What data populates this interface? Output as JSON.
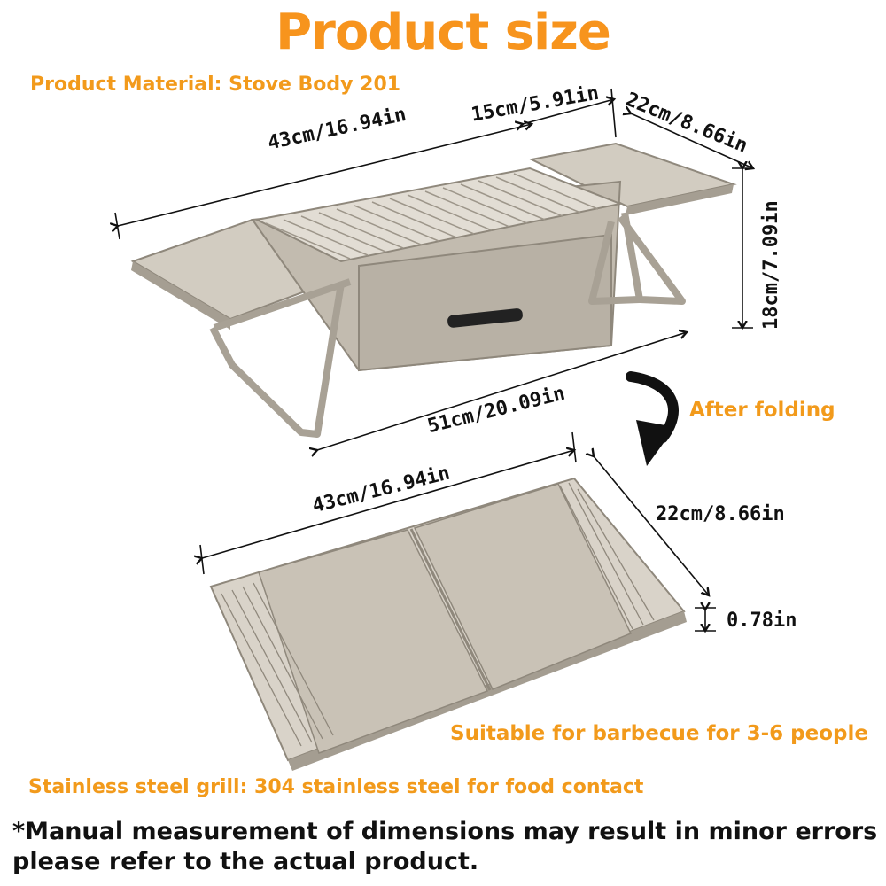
{
  "title": "Product size",
  "material": "Product Material: Stove Body 201",
  "dimensions": {
    "top_length": "43cm/16.94in",
    "grill_width": "15cm/5.91in",
    "side_table": "22cm/8.66in",
    "height": "18cm/7.09in",
    "total_length": "51cm/20.09in",
    "folded_length": "43cm/16.94in",
    "folded_width": "22cm/8.66in",
    "folded_thickness": "0.78in"
  },
  "after_folding": "After folding",
  "suitable": "Suitable for barbecue for 3-6 people",
  "grill_material": "Stainless steel grill: 304 stainless steel for food contact",
  "note": "*Manual measurement of dimensions may result in minor errors please refer to the actual product.",
  "colors": {
    "accent": "#f29a1b",
    "steel": "#c9c2b6",
    "steel_dark": "#8f887c"
  },
  "icons": {
    "arrow": "curved-down-arrow-icon"
  }
}
